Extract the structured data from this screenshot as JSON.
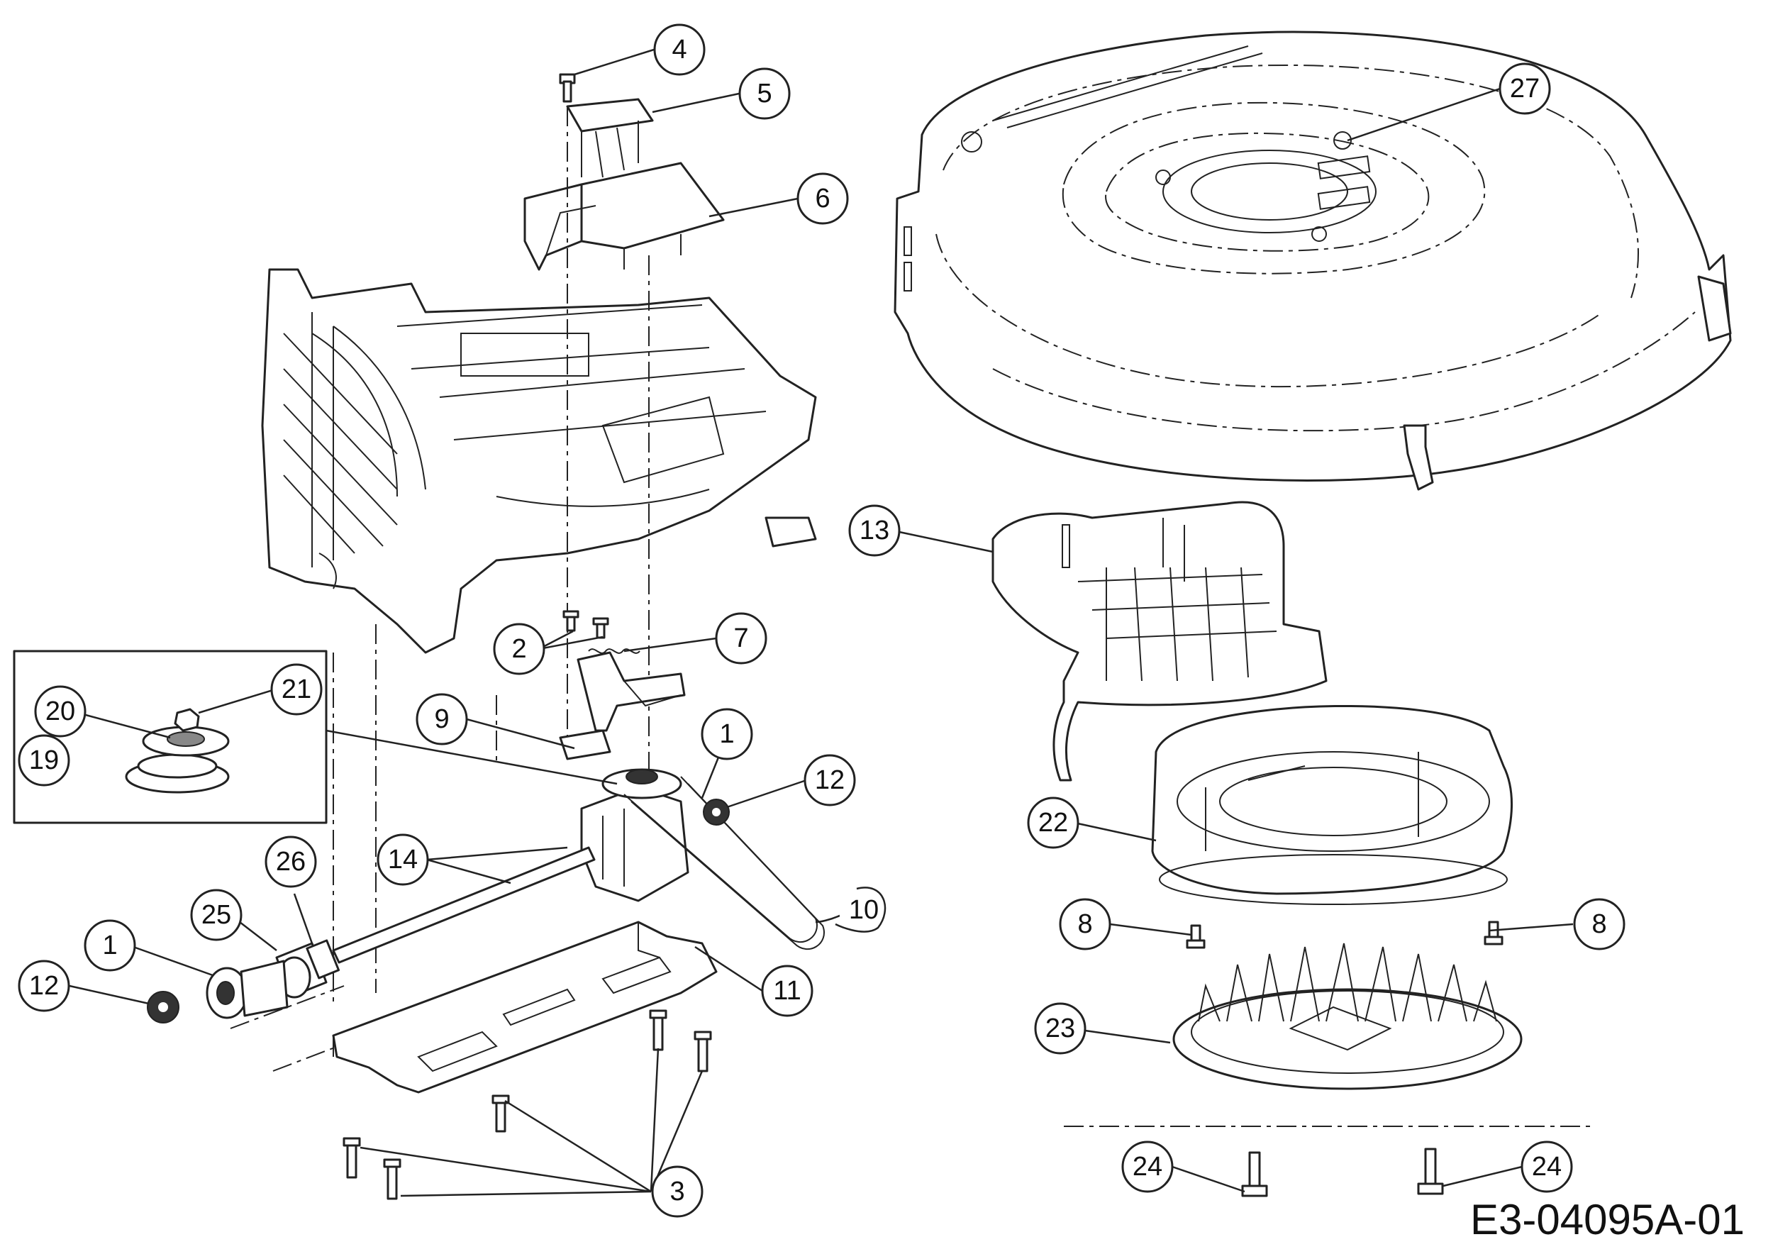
{
  "drawing_id": "E3-04095A-01",
  "callouts": [
    {
      "id": "c4a",
      "label": "4"
    },
    {
      "id": "c5a",
      "label": "5"
    },
    {
      "id": "c6a",
      "label": "6"
    },
    {
      "id": "c27a",
      "label": "27"
    },
    {
      "id": "c13a",
      "label": "13"
    },
    {
      "id": "c2a",
      "label": "2"
    },
    {
      "id": "c7a",
      "label": "7"
    },
    {
      "id": "c21a",
      "label": "21"
    },
    {
      "id": "c20a",
      "label": "20"
    },
    {
      "id": "c19a",
      "label": "19"
    },
    {
      "id": "c9a",
      "label": "9"
    },
    {
      "id": "c1a",
      "label": "1"
    },
    {
      "id": "c12a",
      "label": "12"
    },
    {
      "id": "c22a",
      "label": "22"
    },
    {
      "id": "c26a",
      "label": "26"
    },
    {
      "id": "c14a",
      "label": "14"
    },
    {
      "id": "c25a",
      "label": "25"
    },
    {
      "id": "c1b",
      "label": "1"
    },
    {
      "id": "c10a",
      "label": "10"
    },
    {
      "id": "c8a",
      "label": "8"
    },
    {
      "id": "c8b",
      "label": "8"
    },
    {
      "id": "c12b",
      "label": "12"
    },
    {
      "id": "c11a",
      "label": "11"
    },
    {
      "id": "c23a",
      "label": "23"
    },
    {
      "id": "c24a",
      "label": "24"
    },
    {
      "id": "c24b",
      "label": "24"
    },
    {
      "id": "c3a",
      "label": "3"
    }
  ]
}
